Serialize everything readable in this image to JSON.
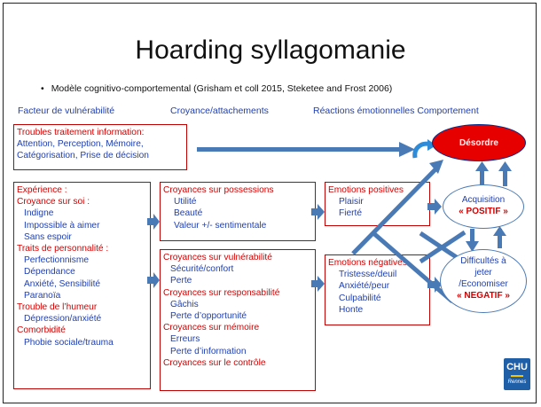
{
  "title": "Hoarding syllagomanie",
  "subtitle": "Modèle cognitivo-comportemental (Grisham et coll 2015, Steketee and Frost 2006)",
  "bullet": "•",
  "headers": {
    "vulnerability": "Facteur de vulnérabilité",
    "beliefs": "Croyance/attachements",
    "emotions": "Réactions émotionnelles Comportement"
  },
  "info_box": {
    "title": "Troubles traitement information:",
    "lines": [
      "Attention, Perception, Mémoire,",
      "Catégorisation, Prise de décision"
    ]
  },
  "experience_box": {
    "lines": [
      {
        "text": "Expérience :",
        "color": "red",
        "indent": 0
      },
      {
        "text": "Croyance sur soi :",
        "color": "red",
        "indent": 0
      },
      {
        "text": "Indigne",
        "color": "blue",
        "indent": 1
      },
      {
        "text": "Impossible à aimer",
        "color": "blue",
        "indent": 1
      },
      {
        "text": "Sans espoir",
        "color": "blue",
        "indent": 1
      },
      {
        "text": "Traits de personnalité :",
        "color": "red",
        "indent": 0
      },
      {
        "text": "Perfectionnisme",
        "color": "blue",
        "indent": 1
      },
      {
        "text": "Dépendance",
        "color": "blue",
        "indent": 1
      },
      {
        "text": "Anxiété, Sensibilité",
        "color": "blue",
        "indent": 1
      },
      {
        "text": "Paranoïa",
        "color": "blue",
        "indent": 1
      },
      {
        "text": "Trouble de l’humeur",
        "color": "red",
        "indent": 0
      },
      {
        "text": "Dépression/anxiété",
        "color": "blue",
        "indent": 1
      },
      {
        "text": "Comorbidité",
        "color": "red",
        "indent": 0
      },
      {
        "text": "Phobie sociale/trauma",
        "color": "blue",
        "indent": 1
      }
    ]
  },
  "possessions_box": {
    "title": "Croyances sur possessions",
    "lines": [
      "Utilité",
      "Beauté",
      "Valeur +/- sentimentale"
    ]
  },
  "vulnerability_box": {
    "lines": [
      {
        "text": "Croyances sur vulnérabilité",
        "color": "red",
        "indent": 0
      },
      {
        "text": "Sécurité/confort",
        "color": "blue",
        "indent": 1
      },
      {
        "text": "Perte",
        "color": "blue",
        "indent": 1
      },
      {
        "text": "Croyances sur responsabilité",
        "color": "red",
        "indent": 0
      },
      {
        "text": "Gâchis",
        "color": "blue",
        "indent": 1
      },
      {
        "text": "Perte d’opportunité",
        "color": "blue",
        "indent": 1
      },
      {
        "text": "Croyances sur mémoire",
        "color": "red",
        "indent": 0
      },
      {
        "text": "Erreurs",
        "color": "blue",
        "indent": 1
      },
      {
        "text": "Perte d’information",
        "color": "blue",
        "indent": 1
      },
      {
        "text": "Croyances sur le contrôle",
        "color": "red",
        "indent": 0
      }
    ]
  },
  "positive_box": {
    "title": "Emotions positives",
    "lines": [
      "Plaisir",
      "Fierté"
    ]
  },
  "negative_box": {
    "title": "Emotions négatives",
    "lines": [
      "Tristesse/deuil",
      "Anxiété/peur",
      "Culpabilité",
      "Honte"
    ]
  },
  "desordre": "Désordre",
  "acquisition": {
    "line1": "Acquisition",
    "line2": "« POSITIF »"
  },
  "difficultes": {
    "lines": [
      "Difficultés à",
      "jeter",
      "/Economiser"
    ],
    "tag": "« NEGATIF »"
  },
  "logo": {
    "text": "CHU",
    "sub": "Rennes"
  },
  "colors": {
    "red": "#d40000",
    "blue": "#1f3fb0",
    "arrow": "#4a7ab5",
    "oval_red": "#e60000"
  }
}
